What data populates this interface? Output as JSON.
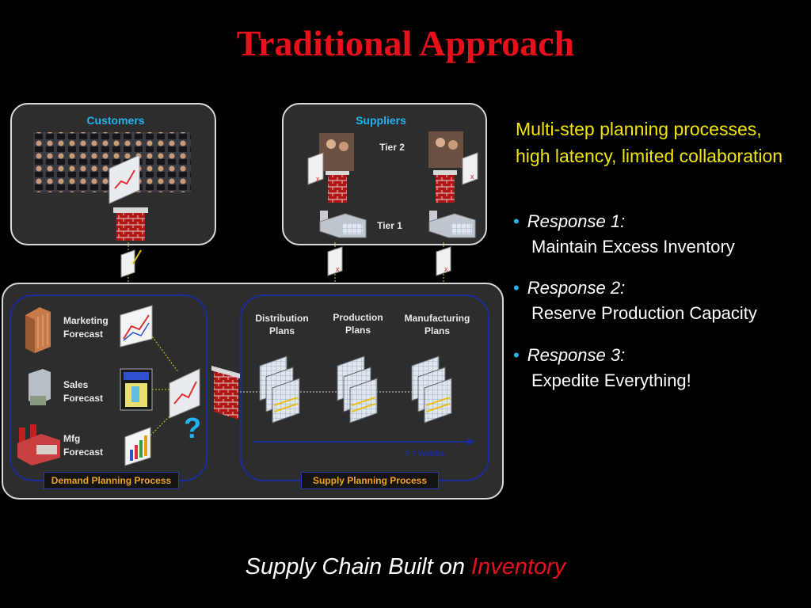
{
  "title": "Traditional Approach",
  "customers_label": "Customers",
  "suppliers_label": "Suppliers",
  "tier2_label": "Tier 2",
  "tier1_label": "Tier 1",
  "forecasts": {
    "marketing": [
      "Marketing",
      "Forecast"
    ],
    "sales": [
      "Sales",
      "Forecast"
    ],
    "mfg": [
      "Mfg",
      "Forecast"
    ]
  },
  "plans": {
    "distribution": [
      "Distribution",
      "Plans"
    ],
    "production": [
      "Production",
      "Plans"
    ],
    "manufacturing": [
      "Manufacturing",
      "Plans"
    ]
  },
  "question_mark": "?",
  "time_axis_label": "t = weeks",
  "demand_process_label": "Demand Planning Process",
  "supply_process_label": "Supply Planning Process",
  "headline": "Multi-step planning processes, high latency, limited collaboration",
  "responses": [
    {
      "title": "Response 1:",
      "detail": "Maintain Excess Inventory"
    },
    {
      "title": "Response 2:",
      "detail": "Reserve Production Capacity"
    },
    {
      "title": "Response 3:",
      "detail": "Expedite Everything!"
    }
  ],
  "footer": {
    "prefix": "Supply Chain Built on ",
    "accent": "Inventory"
  },
  "colors": {
    "title_red": "#e8101a",
    "headline_yellow": "#f2e600",
    "accent_blue": "#1fb3f0",
    "process_orange": "#f0a020"
  }
}
